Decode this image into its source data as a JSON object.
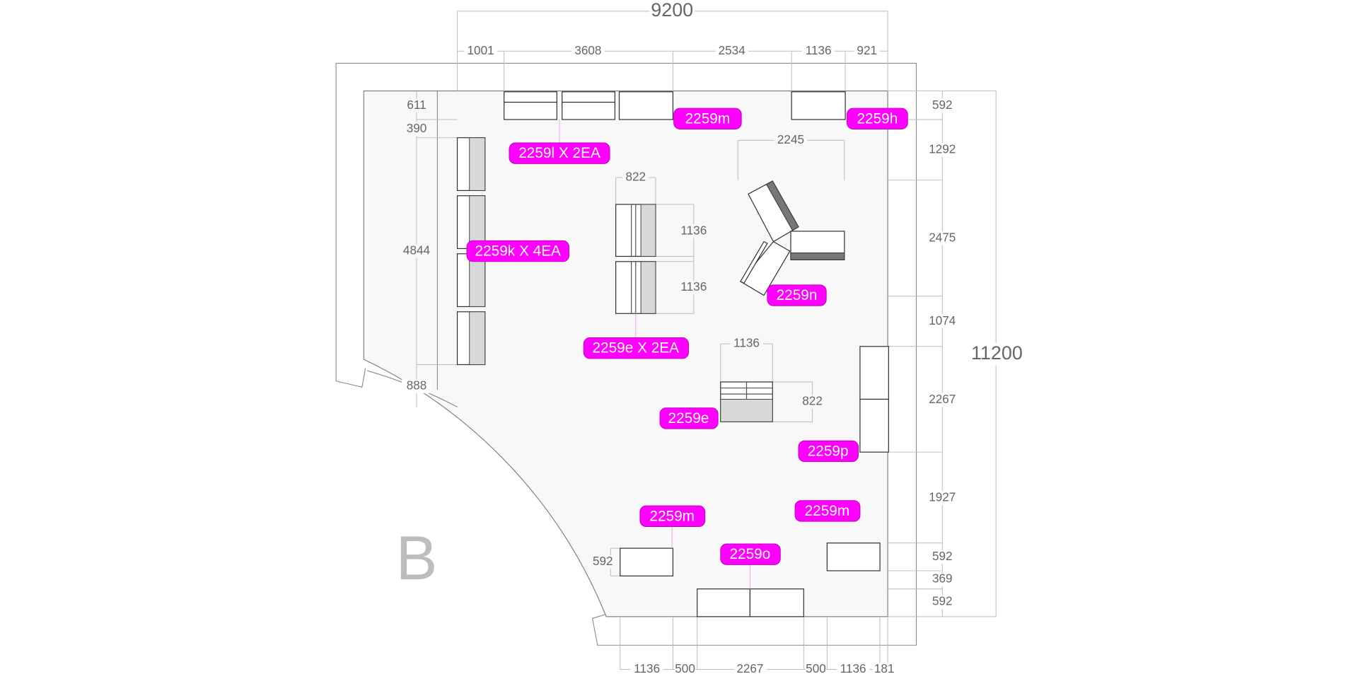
{
  "room_label": "B",
  "colors": {
    "tag": "#ff00ff",
    "floor": "#f8f8f8",
    "dimension": "#666666"
  },
  "dims": {
    "total_width": "9200",
    "total_height": "11200",
    "top": [
      "1001",
      "3608",
      "2534",
      "1136",
      "921"
    ],
    "right": [
      "592",
      "1292",
      "2475",
      "1074",
      "2267",
      "1927",
      "592",
      "369",
      "592"
    ],
    "left": [
      "611",
      "390",
      "4844",
      "888"
    ],
    "bottom": [
      "1136",
      "500",
      "2267",
      "500",
      "1136",
      "181"
    ],
    "center_w": "822",
    "center_h1": "1136",
    "center_h2": "1136",
    "triad_w": "2245",
    "sofa_w": "1136",
    "sofa_d": "822",
    "low_left_d": "592"
  },
  "tags": {
    "m_top": "2259m",
    "h": "2259h",
    "l": "2259l X 2EA",
    "k": "2259k X 4EA",
    "e2": "2259e X 2EA",
    "n": "2259n",
    "e": "2259e",
    "p": "2259p",
    "m_left": "2259m",
    "m_right": "2259m",
    "o": "2259o"
  }
}
